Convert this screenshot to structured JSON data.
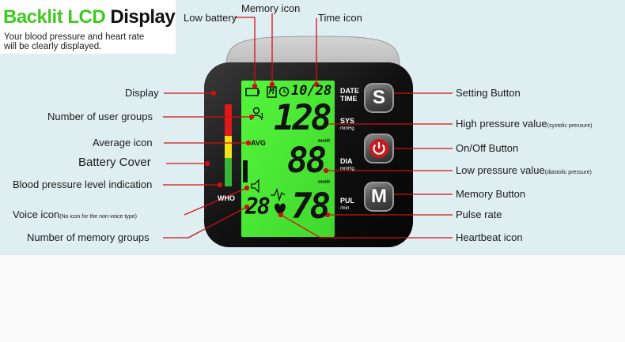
{
  "header": {
    "title_green": "Backlit LCD",
    "title_black": "Display",
    "subtitle_line1": "Your blood pressure and heart rate",
    "subtitle_line2": "will be clearly displayed."
  },
  "labels": {
    "low_battery": "Low battery",
    "memory_icon": "Memory icon",
    "time_icon": "Time icon",
    "display": "Display",
    "user_groups": "Number of user groups",
    "average_icon": "Average icon",
    "battery_cover": "Battery Cover",
    "bp_level": "Blood pressure level indication",
    "voice_icon": "Voice icon",
    "voice_icon_note": "(No icon for the non-voice type)",
    "memory_groups": "Number of memory groups",
    "setting_button": "Setting Button",
    "high_pressure": "High pressure value",
    "high_pressure_note": "(systolic pressure)",
    "onoff_button": "On/Off Button",
    "low_pressure": "Low pressure value",
    "low_pressure_note": "(diastolic pressure)",
    "memory_button": "Memory Button",
    "pulse_rate": "Pulse rate",
    "heartbeat_icon": "Heartbeat icon"
  },
  "lcd": {
    "time_value": "10/28",
    "memory_letter": "M",
    "sys_value": "128",
    "dia_value": "88",
    "pul_value": "78",
    "memory_count": "28",
    "user_number": "1",
    "avg": "AVG",
    "mmhg_sys": "mmH",
    "mmhg_dia": "mmH"
  },
  "device": {
    "date_label": "DATE",
    "time_label": "TIME",
    "sys_label": "SYS",
    "sys_unit": "mmHg",
    "dia_label": "DIA",
    "dia_unit": "mmHg",
    "pul_label": "PUL",
    "pul_unit": "/min",
    "who": "WHO",
    "btn_s": "S",
    "btn_m": "M"
  },
  "colors": {
    "lcd_green": "#4cf03a",
    "title_green": "#3ecb1e",
    "leader_red": "#d01010",
    "panel_bg": "#dfeff1"
  }
}
